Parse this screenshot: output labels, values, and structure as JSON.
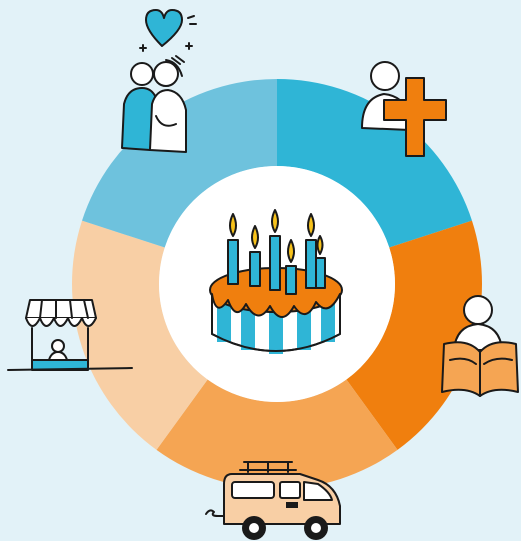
{
  "colors": {
    "background": "#e2f2f8",
    "hub": "#ffffff",
    "ink": "#1a1a1a",
    "accent_blue": "#2fb5d6",
    "accent_orange": "#f07f0e"
  },
  "segments": [
    {
      "id": "love",
      "color": "#2fb5d6",
      "icon": "couple-with-heart-icon"
    },
    {
      "id": "health",
      "color": "#f07f0e",
      "icon": "person-with-medical-cross-icon"
    },
    {
      "id": "learning",
      "color": "#f5a553",
      "icon": "person-reading-book-icon"
    },
    {
      "id": "travel",
      "color": "#f8cfa5",
      "icon": "camper-van-icon"
    },
    {
      "id": "shop",
      "color": "#6ec2dd",
      "icon": "market-stall-icon"
    }
  ],
  "center": {
    "icon": "birthday-cake-icon"
  }
}
